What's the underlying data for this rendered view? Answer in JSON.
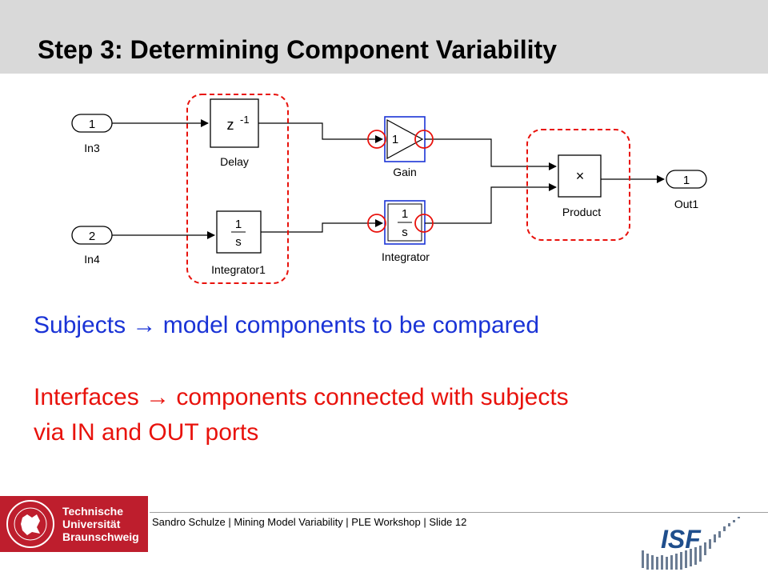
{
  "slide": {
    "title": "Step 3: Determining Component Variability"
  },
  "diagram": {
    "inports": [
      {
        "number": "1",
        "label": "In3"
      },
      {
        "number": "2",
        "label": "In4"
      }
    ],
    "outport": {
      "number": "1",
      "label": "Out1"
    },
    "blocks": {
      "delay": {
        "symbol_base": "z",
        "symbol_exp": "-1",
        "label": "Delay"
      },
      "integrator1": {
        "num": "1",
        "den": "s",
        "label": "Integrator1"
      },
      "gain": {
        "value": "1",
        "label": "Gain"
      },
      "integrator": {
        "num": "1",
        "den": "s",
        "label": "Integrator"
      },
      "product": {
        "symbol": "×",
        "label": "Product"
      }
    },
    "colors": {
      "subject_highlight": "#e8120c",
      "interface_highlight": "#1a33d6"
    }
  },
  "body": {
    "line1": "Subjects → model components to be compared",
    "line2": "Interfaces → components connected with subjects",
    "line3": "via IN and OUT ports"
  },
  "footer": {
    "university_line1": "Technische",
    "university_line2": "Universität",
    "university_line3": "Braunschweig",
    "text": "Sandro Schulze | Mining Model Variability | PLE Workshop | Slide 12",
    "institute_logo": "ISF"
  }
}
